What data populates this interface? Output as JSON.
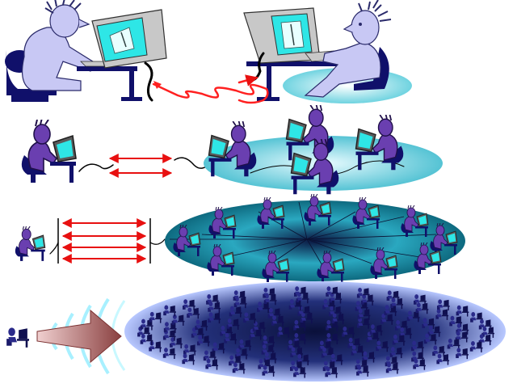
{
  "palette": {
    "background": "#ffffff",
    "person_light": "#c8c8f4",
    "person_purple": "#6a3fb0",
    "person_dark": "#1a1a6a",
    "chair": "#10106a",
    "desk": "#10106a",
    "monitor_body": "#c8c8c8",
    "monitor_dark": "#5a5a5a",
    "screen_cyan": "#2ee6e6",
    "cable_red": "#ff2020",
    "arrow_red": "#e81010",
    "platform_cyan": "#9fe6f0",
    "platform_navy": "#0c1a5a",
    "big_arrow": "#9a5a5a",
    "wave_cyan": "#a8f0ff"
  },
  "rows": [
    {
      "level": 1,
      "description_icon": "one-to-one-connection-icon",
      "remote_users": 1,
      "link_arrows": 1
    },
    {
      "level": 2,
      "description_icon": "one-to-few-connection-icon",
      "remote_users": 4,
      "link_arrows": 2
    },
    {
      "level": 3,
      "description_icon": "one-to-many-connection-icon",
      "remote_users": 12,
      "link_arrows": 4
    },
    {
      "level": 4,
      "description_icon": "one-to-crowd-broadcast-icon",
      "remote_users": 120,
      "link_arrows": 0
    }
  ]
}
